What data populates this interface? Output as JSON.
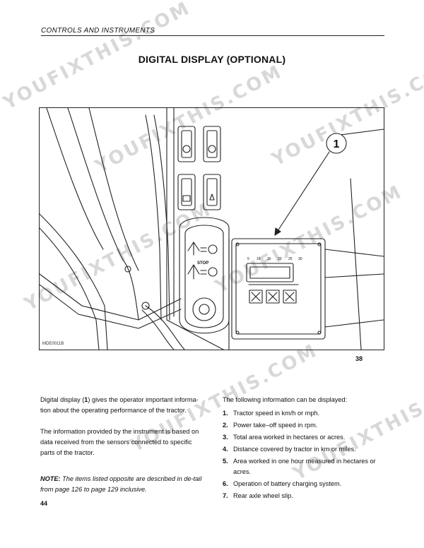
{
  "header": {
    "section": "CONTROLS AND INSTRUMENTS"
  },
  "title": "DIGITAL DISPLAY (OPTIONAL)",
  "figure": {
    "callout": "1",
    "code": "MDE0011B",
    "number": "38",
    "stop_label": "STOP",
    "scale_labels": [
      "5",
      "10",
      "15",
      "20",
      "25",
      "30"
    ]
  },
  "left_column": {
    "p1_pre": "Digital display (",
    "p1_ref": "1",
    "p1_post": ") gives the operator important informa-tion about the operating performance of the tractor.",
    "p2": "The information provided by the instrument is based on data received from the sensors connected to specific parts of the tractor."
  },
  "note": {
    "label": "NOTE:",
    "text": " The items listed opposite are described in de-tail from page 126 to page 129 inclusive."
  },
  "right_column": {
    "intro": "The following information can be displayed:",
    "items": [
      {
        "num": "1.",
        "text": "Tractor speed in km/h or mph."
      },
      {
        "num": "2.",
        "text": "Power take–off speed in rpm."
      },
      {
        "num": "3.",
        "text": "Total area worked in hectares or acres."
      },
      {
        "num": "4.",
        "text": "Distance covered by tractor in km or miles."
      },
      {
        "num": "5.",
        "text": "Area worked in one hour measured in hectares or acres."
      },
      {
        "num": "6.",
        "text": "Operation of battery charging system."
      },
      {
        "num": "7.",
        "text": "Rear axle wheel slip."
      }
    ]
  },
  "page_number": "44",
  "watermark": {
    "text": "YOUFIXTHIS.COM",
    "color": "#d8d8d8"
  }
}
